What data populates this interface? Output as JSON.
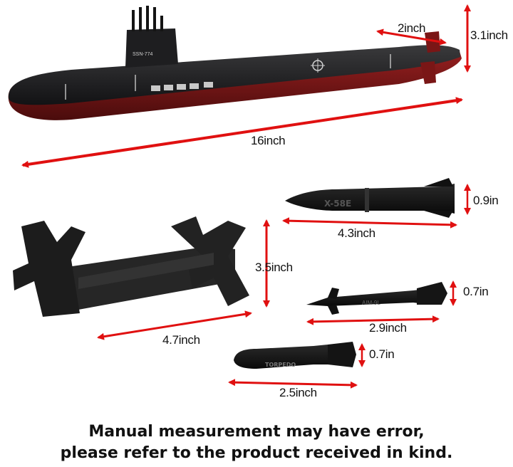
{
  "submarine": {
    "hull_number": "SSN-774",
    "length_label": "16inch",
    "height_label": "3.1inch",
    "fin_label": "2inch"
  },
  "missile_x58e": {
    "marking": "X-58E",
    "length_label": "4.3inch",
    "height_label": "0.9in"
  },
  "stand": {
    "length_label": "4.7inch",
    "height_label": "3.5inch"
  },
  "missile_aim9l": {
    "marking": "AIM-9L",
    "length_label": "2.9inch",
    "height_label": "0.7in"
  },
  "torpedo": {
    "marking": "TORPEDO",
    "length_label": "2.5inch",
    "height_label": "0.7in"
  },
  "caption": {
    "line1": "Manual measurement may have error,",
    "line2": "please refer to the product received in kind."
  },
  "colors": {
    "hull_black": "#1c1c1e",
    "hull_red": "#8a1a1a",
    "arrow_red": "#e01010"
  }
}
